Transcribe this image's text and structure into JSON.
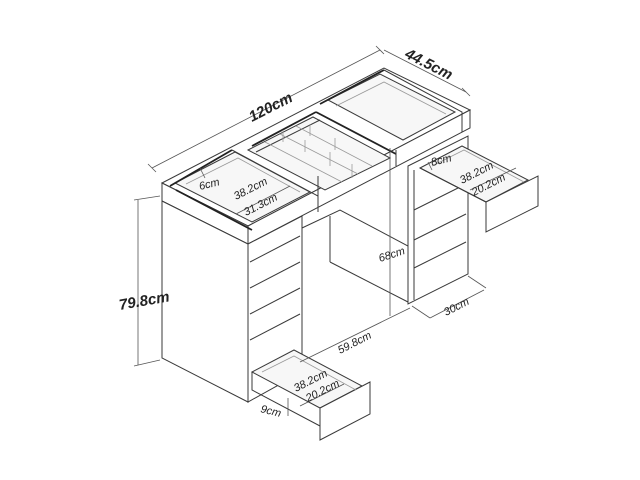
{
  "diagram": {
    "type": "furniture-dimension-drawing",
    "subject": "vanity desk with drawers",
    "dimensions": {
      "overall_width": "120cm",
      "overall_depth": "44.5cm",
      "overall_height": "79.8cm",
      "knee_height": "68cm",
      "knee_width": "59.8cm",
      "right_cabinet_depth": "30cm",
      "left_top_compartment_depth": "6cm",
      "left_top_compartment_length": "38.2cm",
      "left_top_compartment_width": "31.3cm",
      "right_drawer_depth": "8cm",
      "right_drawer_length": "38.2cm",
      "right_drawer_width": "20.2cm",
      "bottom_drawer_length": "38.2cm",
      "bottom_drawer_width": "20.2cm",
      "bottom_drawer_depth": "9cm"
    }
  }
}
